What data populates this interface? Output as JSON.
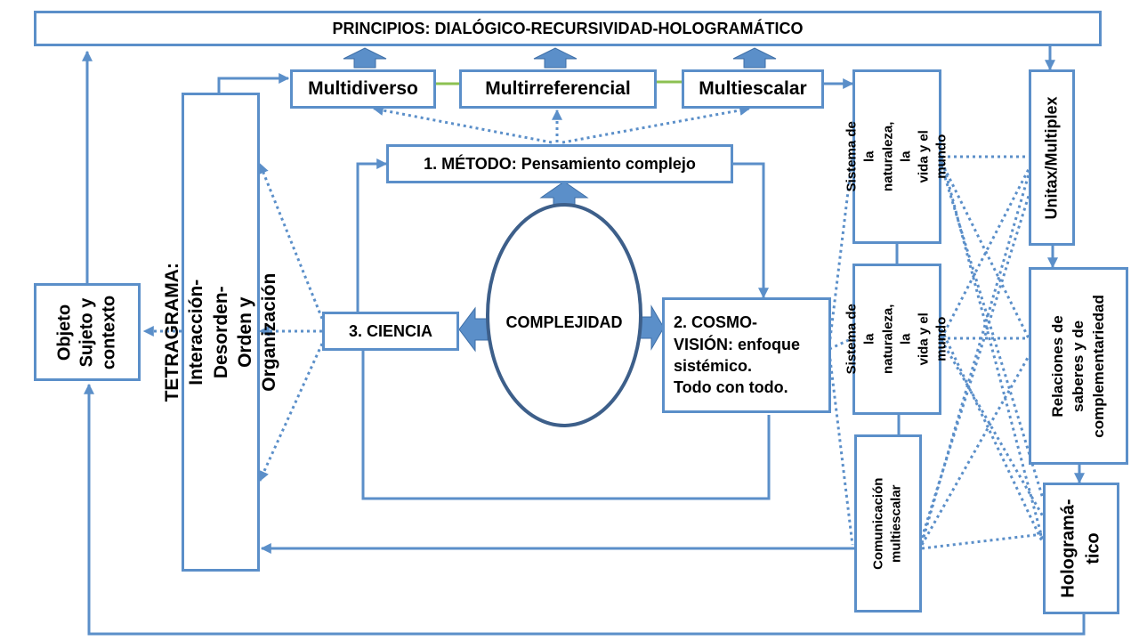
{
  "colors": {
    "box_border": "#5b8fc9",
    "connector": "#5b8fc9",
    "arrow_fill": "#5b8fc9",
    "link_green": "#8cc152",
    "ellipse_border": "#3d5f8a"
  },
  "principios": "PRINCIPIOS: DIALÓGICO-RECURSIVIDAD-HOLOGRAMÁTICO",
  "top_boxes": {
    "multidiverso": "Multidiverso",
    "multirreferencial": "Multirreferencial",
    "multiescalar": "Multiescalar"
  },
  "metodo": "1. MÉTODO: Pensamiento complejo",
  "complejidad": "COMPLEJIDAD",
  "ciencia": "3. CIENCIA",
  "cosmovision": "2. COSMO-\nVISIÓN: enfoque\nsistémico.\nTodo con todo.",
  "tetragrama": "TETRAGRAMA: Interacción-Desorden-\nOrden y Organización",
  "objeto": "Objeto\nSujeto y\ncontexto",
  "sistema_1": "Sistema de la\nnaturaleza, la\nvida y el mundo",
  "sistema_2": "Sistema de la\nnaturaleza, la\nvida y el mundo",
  "comunicacion": "Comunicación\nmultiescalar",
  "unitax": "Unitax/Multiplex",
  "relaciones": "Relaciones de\nsaberes y de\ncomplementariedad",
  "hologramatico": "Hologramá-\ntico"
}
